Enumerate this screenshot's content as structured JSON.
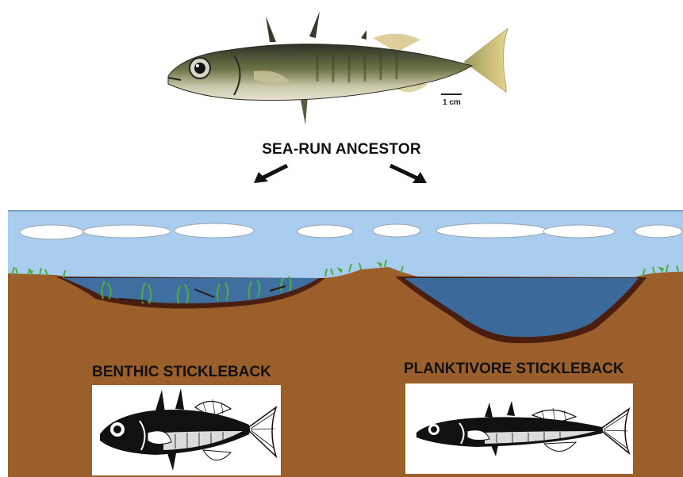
{
  "scale": {
    "label": "1 cm"
  },
  "ancestor": {
    "title": "SEA-RUN ANCESTOR"
  },
  "benthic": {
    "label": "BENTHIC STICKLEBACK"
  },
  "planktivore": {
    "label": "PLANKTIVORE STICKLEBACK"
  },
  "colors": {
    "sky": "#a9cdef",
    "soil": "#9b5f2c",
    "shallow_lake": "#3f6fa0",
    "deep_lake": "#3b6a9a",
    "lake_bed": "#4a1f10",
    "plants": "#4caf3c"
  }
}
